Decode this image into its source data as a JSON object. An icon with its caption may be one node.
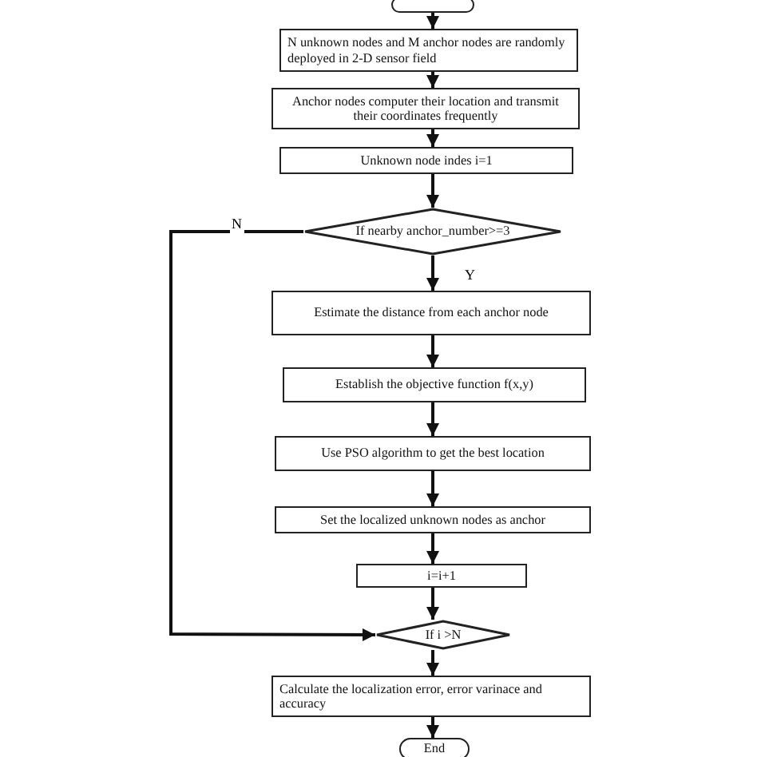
{
  "diagram": {
    "nodes": [
      {
        "text": [],
        "shape": "box"
      },
      {
        "text": [
          "N unknown nodes and M anchor nodes are randomly deployed in 2-D sensor field"
        ]
      },
      {
        "text": [
          "Anchor nodes computer their location and transmit their coordinates frequently"
        ]
      },
      {
        "text": [
          "Unknown node indes i=1"
        ]
      },
      {
        "text": [
          "If nearby anchor_number>=3"
        ]
      },
      {
        "text": [
          "Estimate the distance from each anchor node"
        ]
      },
      {
        "text": [
          "Establish the objective function f(x,y)"
        ]
      },
      {
        "text": [
          "Use PSO algorithm to get the best location"
        ]
      },
      {
        "text": [
          "Set the localized unknown nodes as anchor"
        ]
      },
      {
        "text": [
          "i=i+1"
        ]
      },
      {
        "text": [
          "If i >N"
        ]
      },
      {
        "text": [
          "Calculate the localization error, error varinace and accuracy"
        ]
      },
      {
        "text": [
          "End"
        ]
      }
    ],
    "edges": [
      {
        "from": 0,
        "to": 1,
        "arrow": "to"
      },
      {
        "from": 1,
        "to": 2,
        "arrow": "to"
      },
      {
        "from": 2,
        "to": 3,
        "arrow": "to"
      },
      {
        "from": 3,
        "to": 4,
        "arrow": "to"
      },
      {
        "from": 4,
        "to": 5,
        "arrow": "to",
        "label": "Y"
      },
      {
        "from": 5,
        "to": 6,
        "arrow": "to"
      },
      {
        "from": 6,
        "to": 7,
        "arrow": "to"
      },
      {
        "from": 7,
        "to": 8,
        "arrow": "to"
      },
      {
        "from": 8,
        "to": 9,
        "arrow": "to"
      },
      {
        "from": 9,
        "to": 10,
        "arrow": "to"
      },
      {
        "from": 4,
        "to": 10,
        "arrow": "to",
        "label": "N"
      },
      {
        "from": 10,
        "to": 11,
        "arrow": "to"
      },
      {
        "from": 11,
        "to": 12,
        "arrow": "to"
      }
    ]
  }
}
